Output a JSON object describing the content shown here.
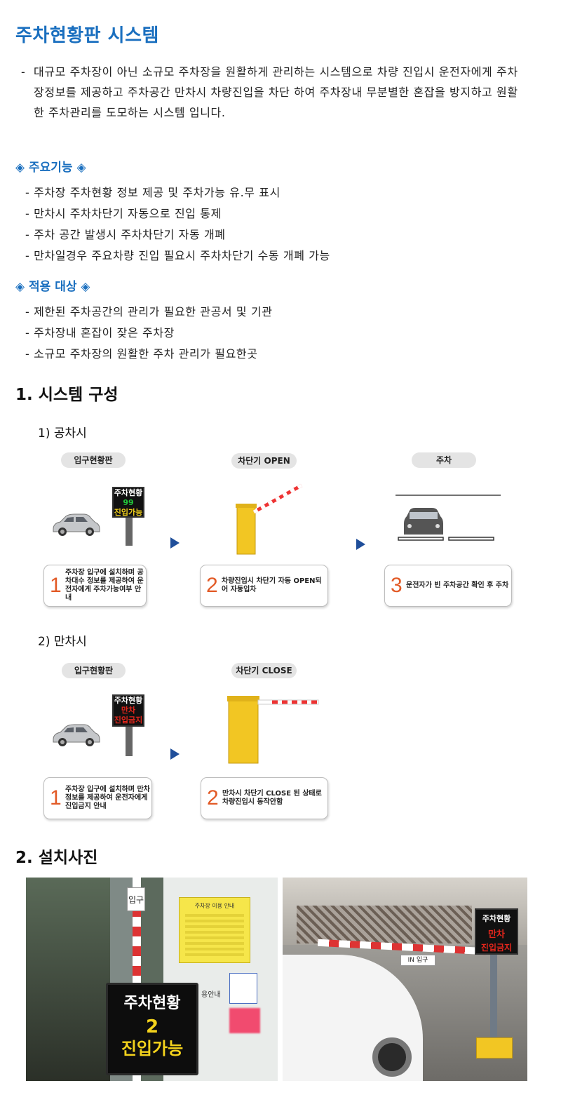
{
  "title": "주차현황판 시스템",
  "intro": {
    "dash": "-",
    "text": "대규모 주차장이 아닌 소규모 주차장을  원활하게 관리하는 시스템으로  차량 진입시 운전자에게 주차장정보를 제공하고 주차공간 만차시 차량진입을 차단 하여 주차장내 무분별한 혼잡을 방지하고 원활한 주차관리를 도모하는 시스템 입니다."
  },
  "features": {
    "heading": "◈ 주요기능 ◈",
    "items": [
      "주차장 주차현황 정보 제공 및 주차가능 유.무 표시",
      "만차시 주차차단기 자동으로 진입 통제",
      "주차 공간 발생시 주차차단기 자동 개폐",
      "만차일경우 주요차량 진입 필요시 주차차단기 수동 개폐 가능"
    ]
  },
  "targets": {
    "heading": "◈ 적용 대상 ◈",
    "items": [
      "제한된 주차공간의 관리가 필요한 관공서 및 기관",
      "주차장내 혼잡이 잦은 주차장",
      "소규모 주차장의 원활한 주차 관리가 필요한곳"
    ]
  },
  "section1": {
    "heading": "1. 시스템 구성",
    "empty": {
      "heading": "1) 공차시",
      "pills": [
        "입구현황판",
        "차단기 OPEN",
        "주차"
      ],
      "sign": {
        "line1": "주차현황",
        "line2": "99",
        "line3": "진입가능"
      },
      "steps": [
        {
          "num": "1",
          "text": "주차장 입구에 설치하며 공차대수 정보를 제공하여 운전자에게 주차가능여부 안내"
        },
        {
          "num": "2",
          "text": "차량진입시 차단기 자동 OPEN되어 자동입차"
        },
        {
          "num": "3",
          "text": "운전자가 빈 주차공간 확인 후 주차"
        }
      ]
    },
    "full": {
      "heading": "2) 만차시",
      "pills": [
        "입구현황판",
        "차단기 CLOSE"
      ],
      "sign": {
        "line1": "주차현황",
        "line2": "만차",
        "line3": "진입금지"
      },
      "steps": [
        {
          "num": "1",
          "text": "주차장 입구에 설치하며 만차 정보를 제공하여 운전자에게 진입금지 안내"
        },
        {
          "num": "2",
          "text": "만차시 차단기 CLOSE 된 상태로 차량진입시 동작안함"
        }
      ]
    }
  },
  "section2": {
    "heading": "2. 설치사진",
    "photo1": {
      "sign_line1": "주차현황",
      "sign_line2": "2",
      "sign_line3": "진입가능",
      "notice_title": "주차장 이용 안내",
      "pole_text": "입구",
      "side_text": "용안내"
    },
    "photo2": {
      "sign_line1": "주차현황",
      "sign_line2": "만차",
      "sign_line3": "진입금지",
      "gate_text": "IN 입구"
    }
  },
  "colors": {
    "title_blue": "#1a6fbf",
    "accent_orange": "#e25a26",
    "arrow_blue": "#1f4e9a",
    "led_green": "#22c33a",
    "led_red": "#e3261c",
    "led_yellow": "#f3d21c"
  }
}
